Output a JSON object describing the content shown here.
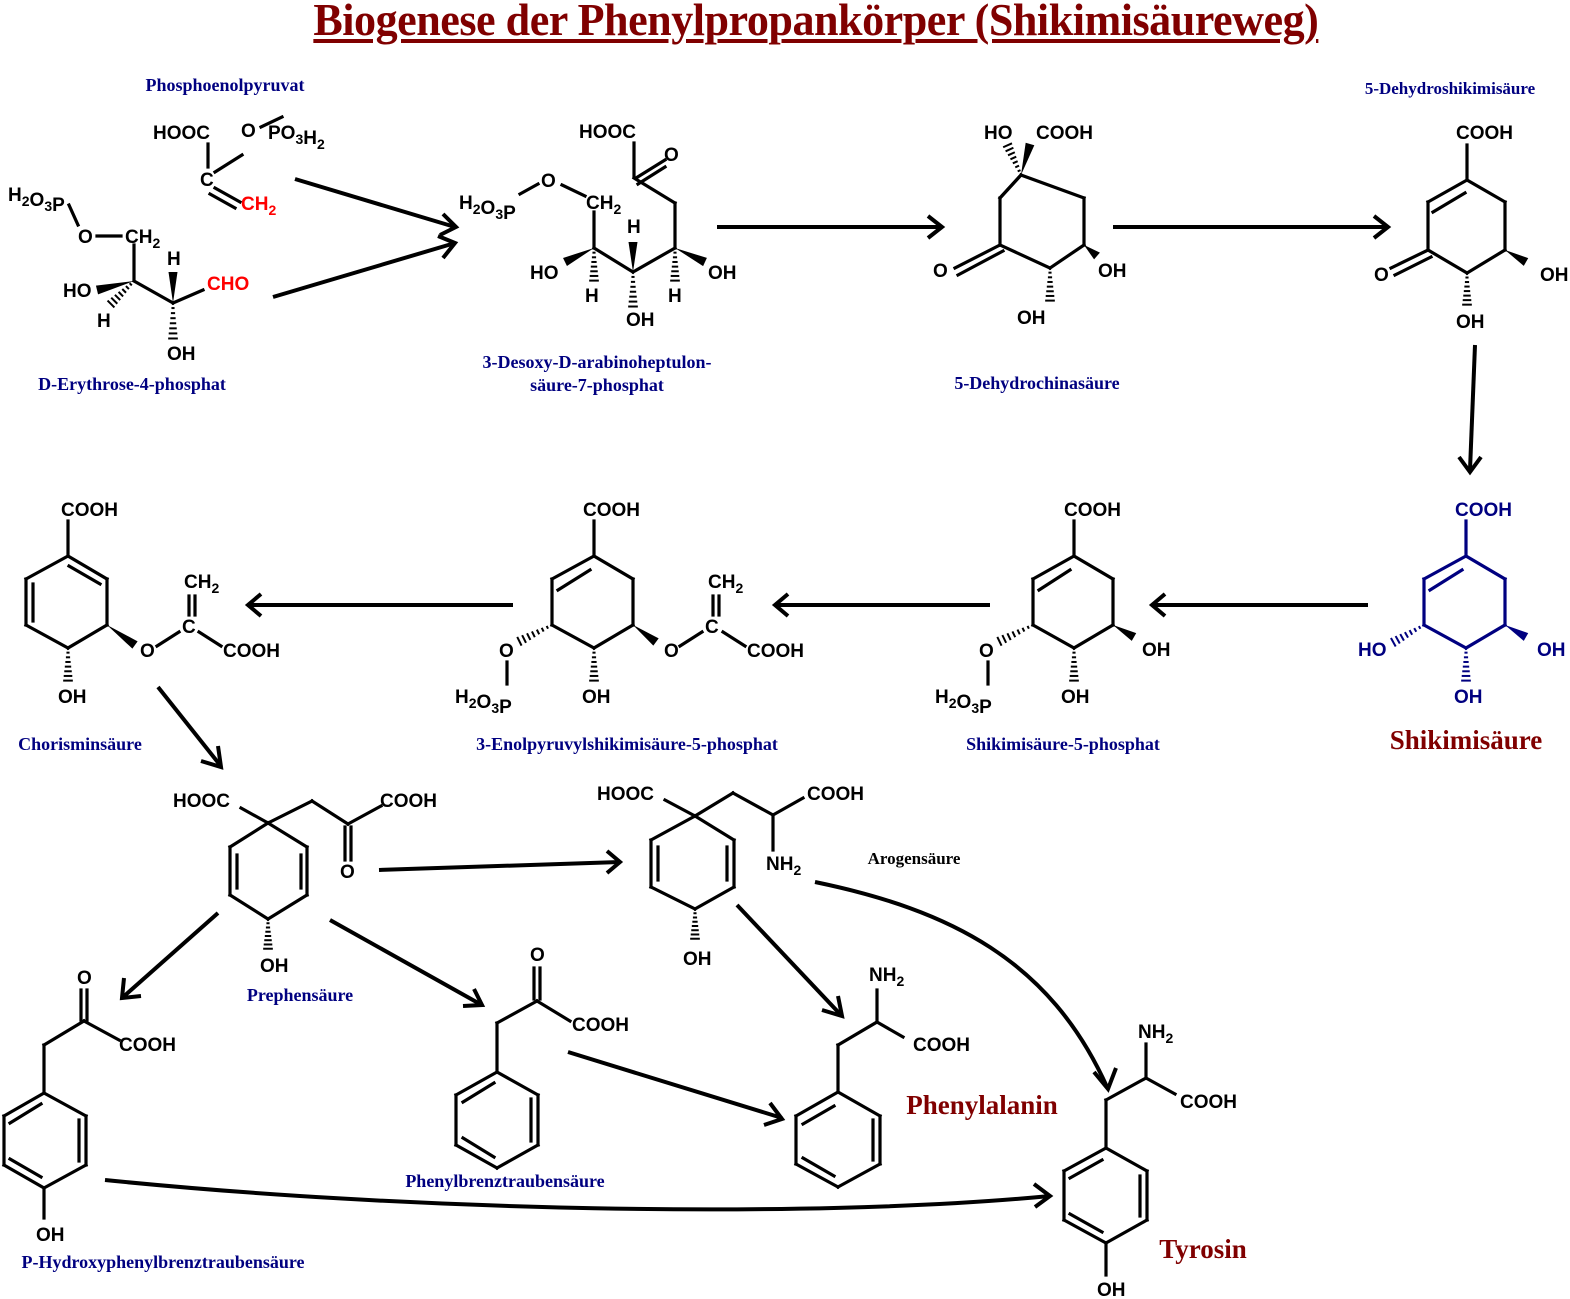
{
  "title": "Biogenese der Phenylpropankörper (Shikimisäureweg)",
  "colors": {
    "title": "#800000",
    "compound_label": "#000080",
    "product_label": "#800000",
    "highlight_atom": "#ff0000",
    "shikimic_structure": "#000080",
    "structure": "#000000"
  },
  "compounds": [
    {
      "id": "pep",
      "name": "Phosphoenolpyruvat",
      "atoms": [
        "HOOC",
        "O",
        "PO3H2",
        "C",
        "CH2"
      ],
      "highlighted_atoms": [
        "CH2"
      ]
    },
    {
      "id": "e4p",
      "name": "D-Erythrose-4-phosphat",
      "atoms": [
        "H2O3P",
        "O",
        "CH2",
        "HO",
        "H",
        "H",
        "CHO",
        "OH"
      ],
      "highlighted_atoms": [
        "CHO"
      ]
    },
    {
      "id": "dahp",
      "name": "3-Desoxy-D-arabinoheptulon-säure-7-phosphat",
      "name_lines": [
        "3-Desoxy-D-arabinoheptulon-",
        "säure-7-phosphat"
      ],
      "atoms": [
        "HOOC",
        "O",
        "H2O3P",
        "O",
        "CH2",
        "H",
        "HO",
        "H",
        "OH",
        "H",
        "OH"
      ]
    },
    {
      "id": "dhq",
      "name": "5-Dehydrochinasäure",
      "atoms": [
        "HO",
        "COOH",
        "O",
        "OH",
        "OH"
      ]
    },
    {
      "id": "dhs",
      "name": "5-Dehydroshikimisäure",
      "atoms": [
        "COOH",
        "O",
        "OH",
        "OH"
      ]
    },
    {
      "id": "shikimate",
      "name": "Shikimisäure",
      "emphasis": "product",
      "atoms": [
        "COOH",
        "HO",
        "OH",
        "OH"
      ]
    },
    {
      "id": "s5p",
      "name": "Shikimisäure-5-phosphat",
      "atoms": [
        "COOH",
        "O",
        "H2O3P",
        "OH",
        "OH"
      ]
    },
    {
      "id": "eps5p",
      "name": "3-Enolpyruvylshikimisäure-5-phosphat",
      "atoms": [
        "COOH",
        "O",
        "H2O3P",
        "OH",
        "O",
        "CH2",
        "C",
        "COOH"
      ]
    },
    {
      "id": "chorismate",
      "name": "Chorisminsäure",
      "atoms": [
        "COOH",
        "OH",
        "O",
        "CH2",
        "C",
        "COOH"
      ]
    },
    {
      "id": "prephenate",
      "name": "Prephensäure",
      "atoms": [
        "HOOC",
        "COOH",
        "O",
        "OH"
      ]
    },
    {
      "id": "arogenate",
      "name": "Arogensäure",
      "atoms": [
        "HOOC",
        "COOH",
        "NH2",
        "OH"
      ]
    },
    {
      "id": "hppa",
      "name": "P-Hydroxyphenylbrenztraubensäure",
      "atoms": [
        "O",
        "COOH",
        "OH"
      ]
    },
    {
      "id": "ppa",
      "name": "Phenylbrenztraubensäure",
      "atoms": [
        "O",
        "COOH"
      ]
    },
    {
      "id": "phe",
      "name": "Phenylalanin",
      "emphasis": "product",
      "atoms": [
        "NH2",
        "COOH"
      ]
    },
    {
      "id": "tyr",
      "name": "Tyrosin",
      "emphasis": "product",
      "atoms": [
        "NH2",
        "COOH",
        "OH"
      ]
    }
  ],
  "reactions": [
    {
      "from": "pep",
      "to": "dahp"
    },
    {
      "from": "e4p",
      "to": "dahp"
    },
    {
      "from": "dahp",
      "to": "dhq"
    },
    {
      "from": "dhq",
      "to": "dhs"
    },
    {
      "from": "dhs",
      "to": "shikimate"
    },
    {
      "from": "shikimate",
      "to": "s5p"
    },
    {
      "from": "s5p",
      "to": "eps5p"
    },
    {
      "from": "eps5p",
      "to": "chorismate"
    },
    {
      "from": "chorismate",
      "to": "prephenate"
    },
    {
      "from": "prephenate",
      "to": "arogenate"
    },
    {
      "from": "prephenate",
      "to": "hppa"
    },
    {
      "from": "prephenate",
      "to": "ppa"
    },
    {
      "from": "arogenate",
      "to": "phe"
    },
    {
      "from": "arogenate",
      "to": "tyr"
    },
    {
      "from": "ppa",
      "to": "phe"
    },
    {
      "from": "hppa",
      "to": "tyr"
    }
  ]
}
